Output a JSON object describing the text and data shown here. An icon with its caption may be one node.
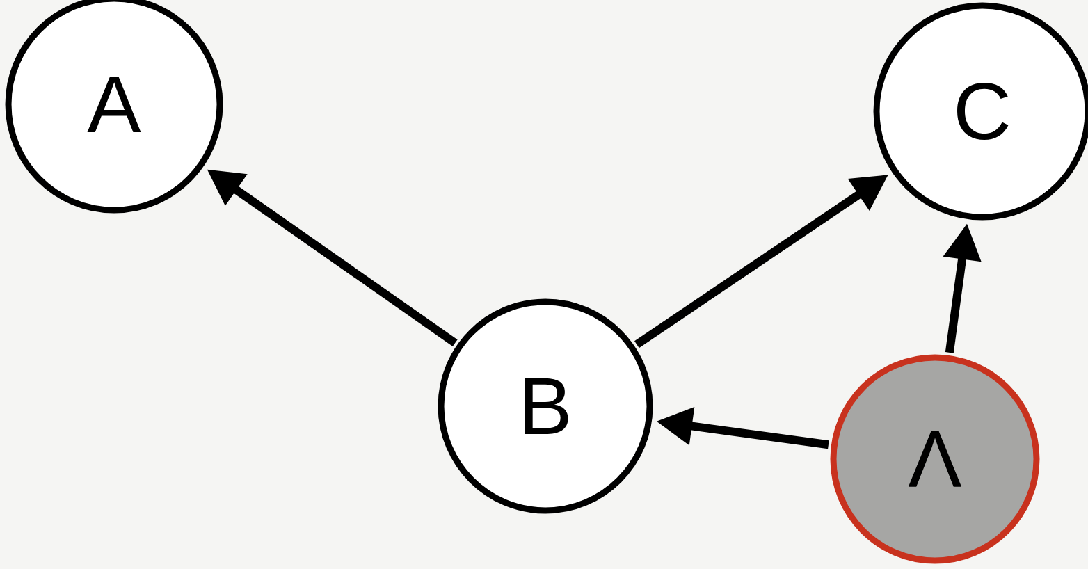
{
  "diagram": {
    "nodes": [
      {
        "text": [
          "A"
        ]
      },
      {
        "text": [
          "C"
        ]
      },
      {
        "text": [
          "B"
        ]
      },
      {
        "text": [
          "Λ"
        ]
      }
    ],
    "edges": [
      {
        "from": 2,
        "to": 0,
        "arrow": "to"
      },
      {
        "from": 2,
        "to": 1,
        "arrow": "to"
      },
      {
        "from": 3,
        "to": 2,
        "arrow": "to"
      },
      {
        "from": 3,
        "to": 1,
        "arrow": "to"
      }
    ]
  }
}
